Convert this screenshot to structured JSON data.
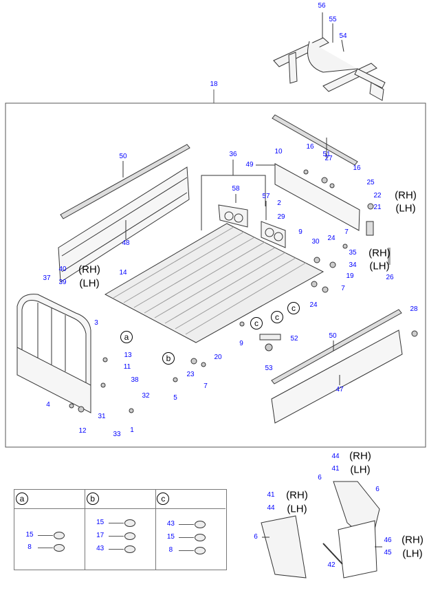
{
  "diagram": {
    "callouts": [
      "56",
      "55",
      "54",
      "18",
      "50",
      "51",
      "36",
      "10",
      "16",
      "27",
      "16",
      "49",
      "58",
      "57",
      "25",
      "22",
      "21",
      "2",
      "29",
      "9",
      "30",
      "24",
      "7",
      "35",
      "34",
      "26",
      "19",
      "7",
      "24",
      "48",
      "40",
      "39",
      "14",
      "37",
      "3",
      "9",
      "52",
      "53",
      "20",
      "23",
      "7",
      "5",
      "13",
      "11",
      "38",
      "32",
      "31",
      "33",
      "1",
      "4",
      "12",
      "28",
      "50",
      "47",
      "44",
      "41",
      "6",
      "6",
      "41",
      "44",
      "6",
      "42",
      "46",
      "45"
    ],
    "side_labels": [
      "(RH)",
      "(LH)",
      "(RH)",
      "(LH)",
      "(RH)",
      "(LH)",
      "(RH)",
      "(LH)",
      "(RH)",
      "(LH)",
      "(RH)",
      "(LH)"
    ],
    "detail_markers": [
      "a",
      "b",
      "c",
      "c",
      "c"
    ]
  },
  "legend": {
    "columns": [
      {
        "marker": "a",
        "items": [
          "15",
          "8"
        ]
      },
      {
        "marker": "b",
        "items": [
          "15",
          "17",
          "43"
        ]
      },
      {
        "marker": "c",
        "items": [
          "43",
          "15",
          "8"
        ]
      }
    ]
  }
}
